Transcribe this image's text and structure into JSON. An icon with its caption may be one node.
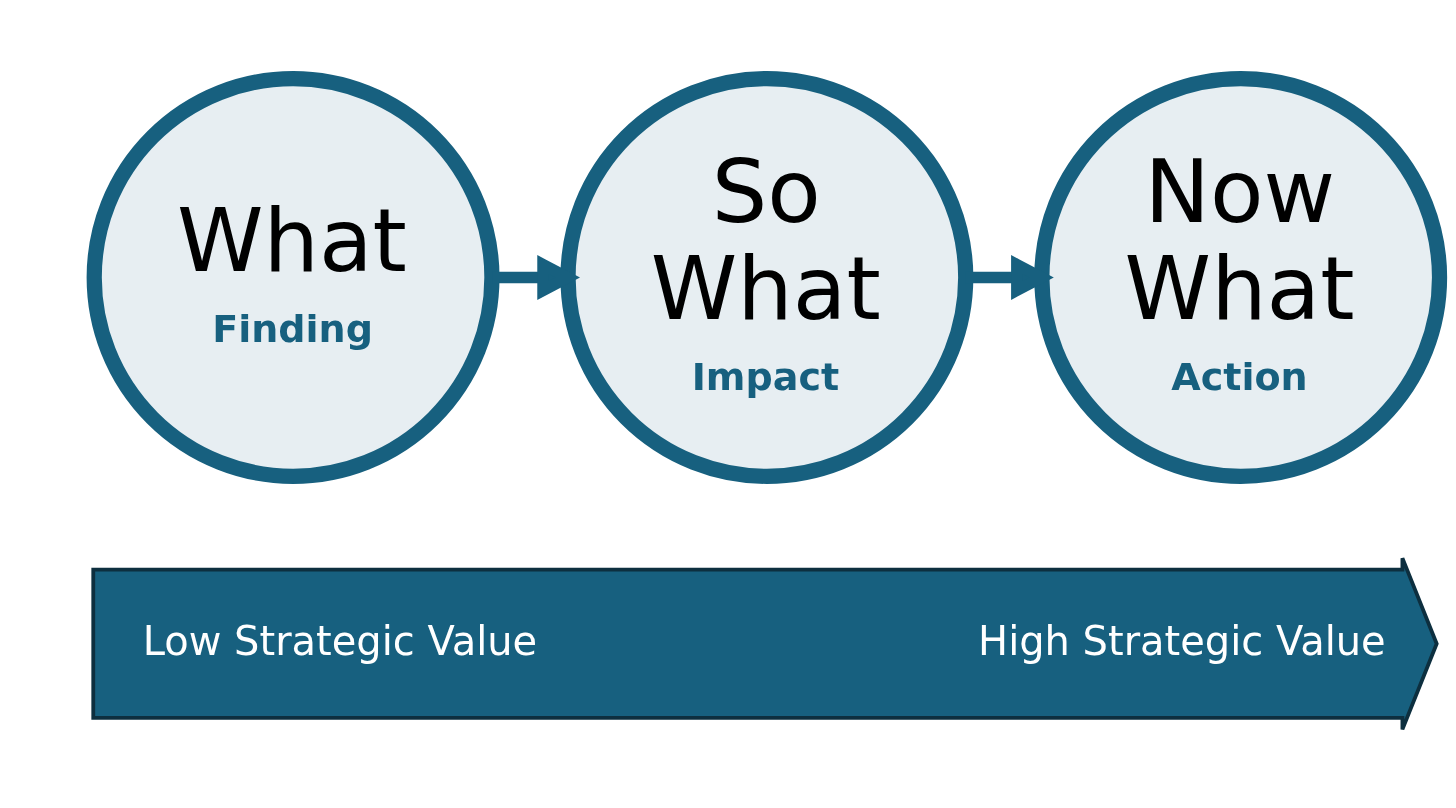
{
  "diagram": {
    "nodes": [
      {
        "text": [
          "What",
          "Finding"
        ]
      },
      {
        "text": [
          "So What",
          "Impact"
        ]
      },
      {
        "text": [
          "Now What",
          "Action"
        ]
      },
      {
        "text": [
          "Low Strategic Value",
          "High Strategic Value"
        ]
      }
    ],
    "edges": [
      {
        "from": 0,
        "to": 1,
        "arrow": "to"
      },
      {
        "from": 1,
        "to": 2,
        "arrow": "to"
      }
    ]
  }
}
